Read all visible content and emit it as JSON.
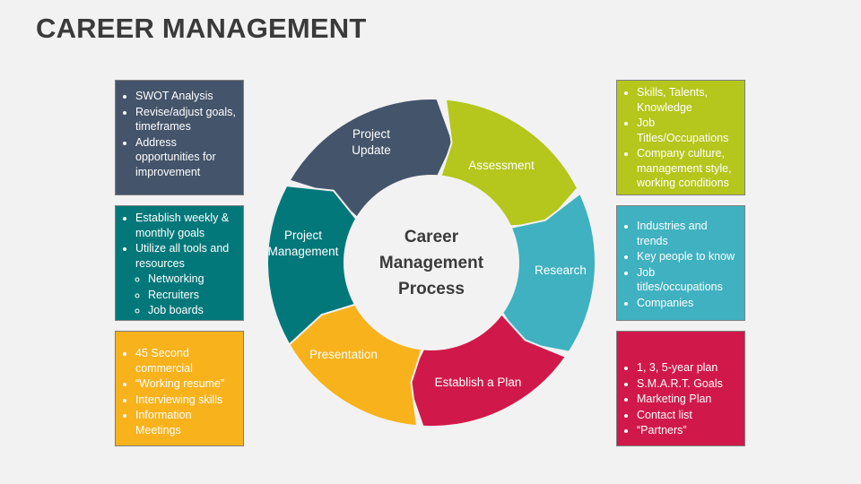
{
  "title": "CAREER MANAGEMENT",
  "center": {
    "line1": "Career",
    "line2": "Management",
    "line3": "Process"
  },
  "colors": {
    "background": "#f2f2f2",
    "project_update": "#44546a",
    "assessment": "#b5c61c",
    "research": "#3fb1c0",
    "establish_plan": "#d0194a",
    "presentation": "#f8b21b",
    "project_management": "#03787a"
  },
  "segments": [
    {
      "key": "project_update",
      "lines": [
        "Project",
        "Update"
      ],
      "color": "#44546a"
    },
    {
      "key": "assessment",
      "lines": [
        "Assessment"
      ],
      "color": "#b5c61c"
    },
    {
      "key": "research",
      "lines": [
        "Research"
      ],
      "color": "#3fb1c0"
    },
    {
      "key": "establish_plan",
      "lines": [
        "Establish a Plan"
      ],
      "color": "#d0194a"
    },
    {
      "key": "presentation",
      "lines": [
        "Presentation"
      ],
      "color": "#f8b21b"
    },
    {
      "key": "project_management",
      "lines": [
        "Project",
        "Management"
      ],
      "color": "#03787a"
    }
  ],
  "boxes": {
    "project_update": {
      "items": [
        "SWOT Analysis",
        "Revise/adjust goals, timeframes",
        "Address opportunities for improvement"
      ]
    },
    "project_management": {
      "items": [
        "Establish weekly & monthly goals",
        "Utilize all tools and resources"
      ],
      "subitems": [
        "Networking",
        "Recruiters",
        "Job boards"
      ]
    },
    "presentation": {
      "items": [
        "45 Second commercial",
        "“Working resume”",
        "Interviewing skills",
        "Information Meetings"
      ]
    },
    "assessment": {
      "items": [
        "Skills, Talents, Knowledge",
        "Job Titles/Occupations",
        "Company culture, management style, working conditions"
      ]
    },
    "research": {
      "items": [
        "Industries and trends",
        "Key people to know",
        "Job titles/occupations",
        "Companies"
      ]
    },
    "establish_plan": {
      "items": [
        "1, 3, 5-year plan",
        "S.M.A.R.T. Goals",
        "Marketing Plan",
        "Contact list",
        "“Partners”"
      ]
    }
  }
}
